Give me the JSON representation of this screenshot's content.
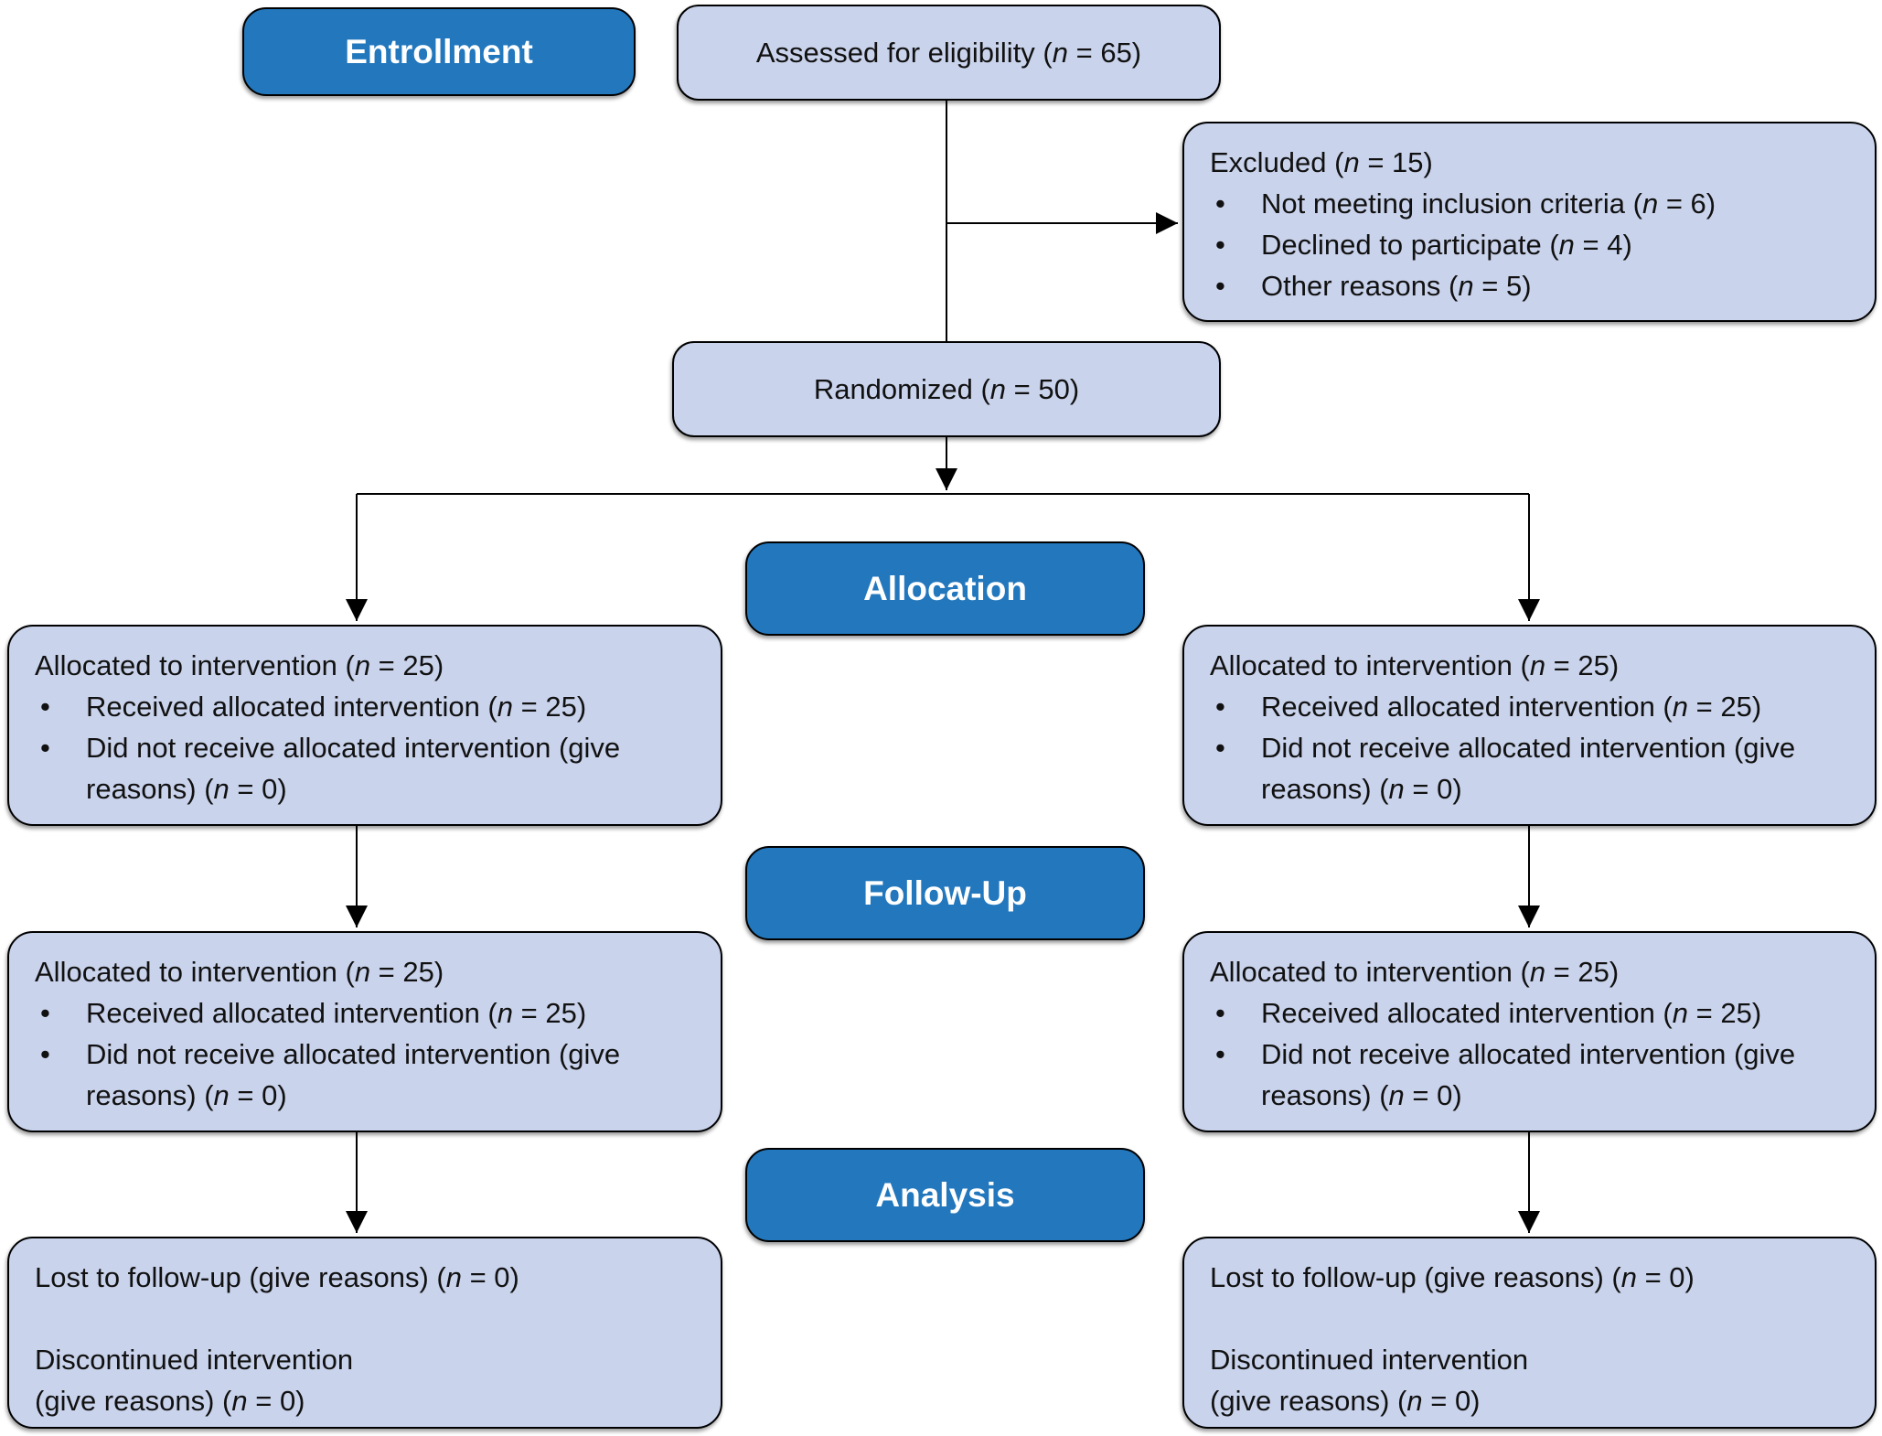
{
  "ui": {
    "bullet": "•"
  },
  "colors": {
    "stage_header_bg": "#2277BD",
    "stage_header_text": "#FFFFFF",
    "box_bg": "#C9D3EC",
    "box_border": "#000000",
    "text": "#111111",
    "connector": "#000000"
  },
  "stage_headers": {
    "enrollment": "Entrollment",
    "allocation": "Allocation",
    "followup": "Follow-Up",
    "analysis": "Analysis"
  },
  "boxes": {
    "assessed": {
      "text": "Assessed for eligibility (n = 65)"
    },
    "excluded": {
      "title": "Excluded (n = 15)",
      "items": [
        "Not meeting inclusion criteria (n = 6)",
        "Declined to participate (n = 4)",
        "Other reasons (n = 5)"
      ]
    },
    "randomized": {
      "text": "Randomized (n = 50)"
    },
    "allocation_left": {
      "title": "Allocated to intervention (n = 25)",
      "items": [
        "Received allocated intervention (n = 25)",
        "Did not receive allocated intervention (give reasons) (n = 0)"
      ]
    },
    "allocation_right": {
      "title": "Allocated to intervention (n = 25)",
      "items": [
        "Received allocated intervention (n = 25)",
        "Did not receive allocated intervention (give reasons) (n = 0)"
      ]
    },
    "followup_left": {
      "title": "Allocated to intervention (n = 25)",
      "items": [
        "Received allocated intervention (n = 25)",
        "Did not receive allocated intervention (give reasons) (n = 0)"
      ]
    },
    "followup_right": {
      "title": "Allocated to intervention (n = 25)",
      "items": [
        "Received allocated intervention (n = 25)",
        "Did not receive allocated intervention (give reasons) (n = 0)"
      ]
    },
    "analysis_left": {
      "lost": "Lost to follow-up (give reasons) (n = 0)",
      "discontinued_line1": "Discontinued intervention",
      "discontinued_line2": "(give reasons) (n = 0)"
    },
    "analysis_right": {
      "lost": "Lost to follow-up (give reasons) (n = 0)",
      "discontinued_line1": "Discontinued intervention",
      "discontinued_line2": "(give reasons) (n = 0)"
    }
  }
}
